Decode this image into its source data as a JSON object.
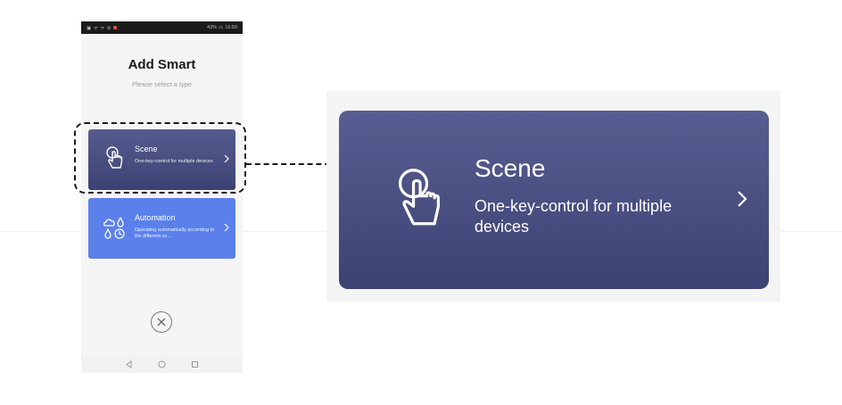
{
  "status_bar": {
    "left_icons": "▣ ᯤ ᯤ ⊜",
    "battery": "43%",
    "time": "16:50"
  },
  "page": {
    "title": "Add Smart",
    "subtitle": "Please select a type"
  },
  "cards": [
    {
      "title": "Scene",
      "description": "One-key-control for multiple devices",
      "icon": "tap-hand-icon",
      "color": "#4a5080"
    },
    {
      "title": "Automation",
      "description": "Operating automatically according to the different co...",
      "icon": "weather-clock-icon",
      "color": "#5b80ec"
    }
  ],
  "zoom": {
    "title": "Scene",
    "description": "One-key-control for multiple devices"
  },
  "colors": {
    "scene_card": "#4a5080",
    "automation_card": "#5b80ec",
    "background": "#f5f5f5"
  }
}
